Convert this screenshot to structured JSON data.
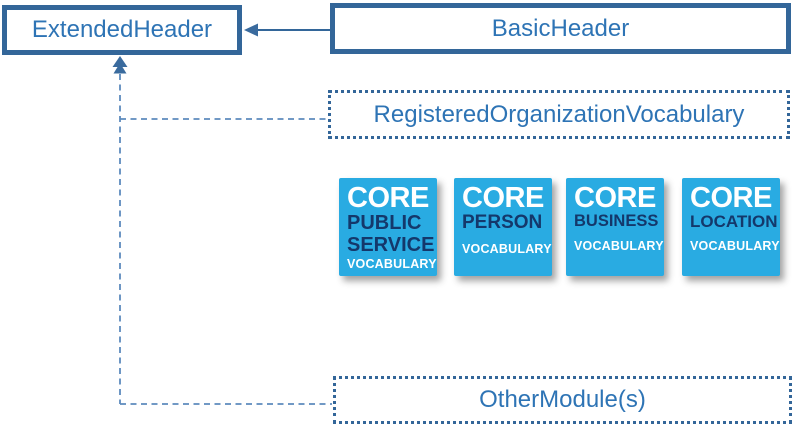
{
  "nodes": {
    "extended_header": {
      "label": "ExtendedHeader"
    },
    "basic_header": {
      "label": "BasicHeader"
    },
    "registered_organization_vocabulary": {
      "label": "RegisteredOrganizationVocabulary"
    },
    "other_module": {
      "label": "OtherModule(s)"
    }
  },
  "badges": [
    {
      "title": "CORE",
      "line1": "PUBLIC",
      "line2": "SERVICE",
      "footer": "VOCABULARY"
    },
    {
      "title": "CORE",
      "line1": "PERSON",
      "footer": "VOCABULARY"
    },
    {
      "title": "CORE",
      "line1": "BUSINESS",
      "footer": "VOCABULARY"
    },
    {
      "title": "CORE",
      "line1": "LOCATION",
      "footer": "VOCABULARY"
    }
  ],
  "relations": {
    "basic_to_extended": "solid arrow from BasicHeader to ExtendedHeader",
    "dashed_to_extended": "dashed lines from RegisteredOrganizationVocabulary and OtherModule(s) up into ExtendedHeader"
  },
  "colors": {
    "box_border": "#336699",
    "box_text": "#2E74B5",
    "connector": "#5D8BBD",
    "arrow": "#3A6B9E",
    "badge_bg": "#29ABE2",
    "badge_text_dark": "#14386B",
    "badge_text_light": "#FFFFFF"
  }
}
